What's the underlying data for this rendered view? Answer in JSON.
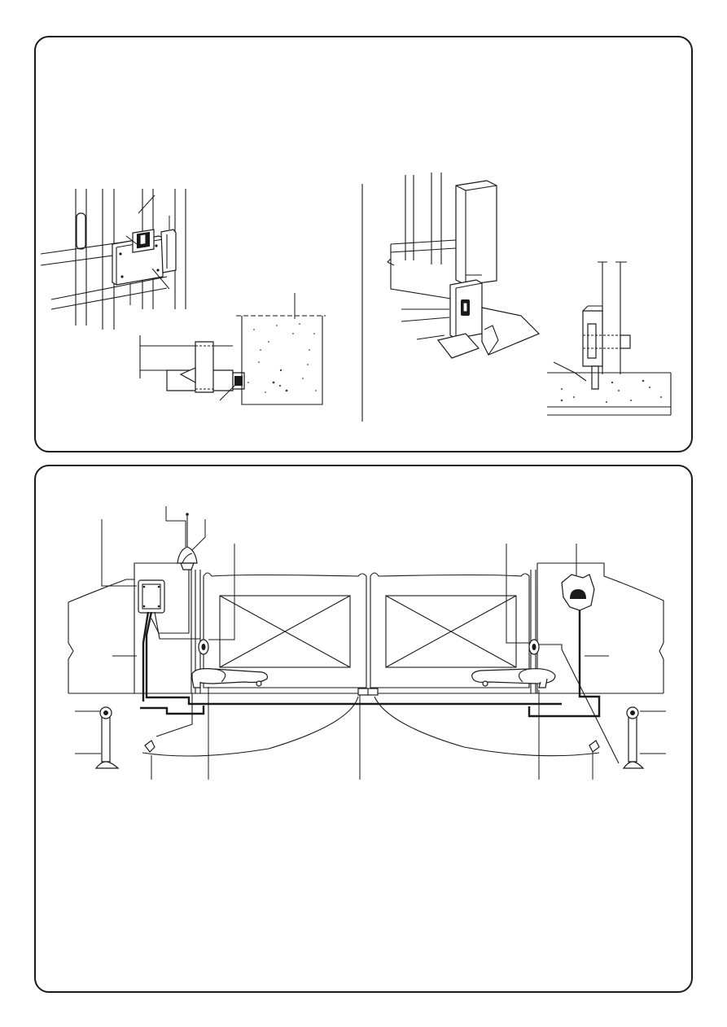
{
  "panels": {
    "top": {
      "figures": [
        {
          "id": "manual-release-lock-side-view"
        },
        {
          "id": "electric-lock-floor-stop-view"
        }
      ]
    },
    "bottom": {
      "figures": [
        {
          "id": "double-swing-gate-installation-overview"
        }
      ]
    }
  },
  "icons": [
    "lock-icon",
    "key-icon",
    "flashing-light-icon",
    "antenna-icon",
    "control-box-icon",
    "photocell-icon",
    "gear-motor-icon",
    "key-selector-icon",
    "gate-stop-icon"
  ],
  "colors": {
    "line": "#1a1a1a",
    "background": "#ffffff",
    "shade": "#9a9a9a"
  }
}
